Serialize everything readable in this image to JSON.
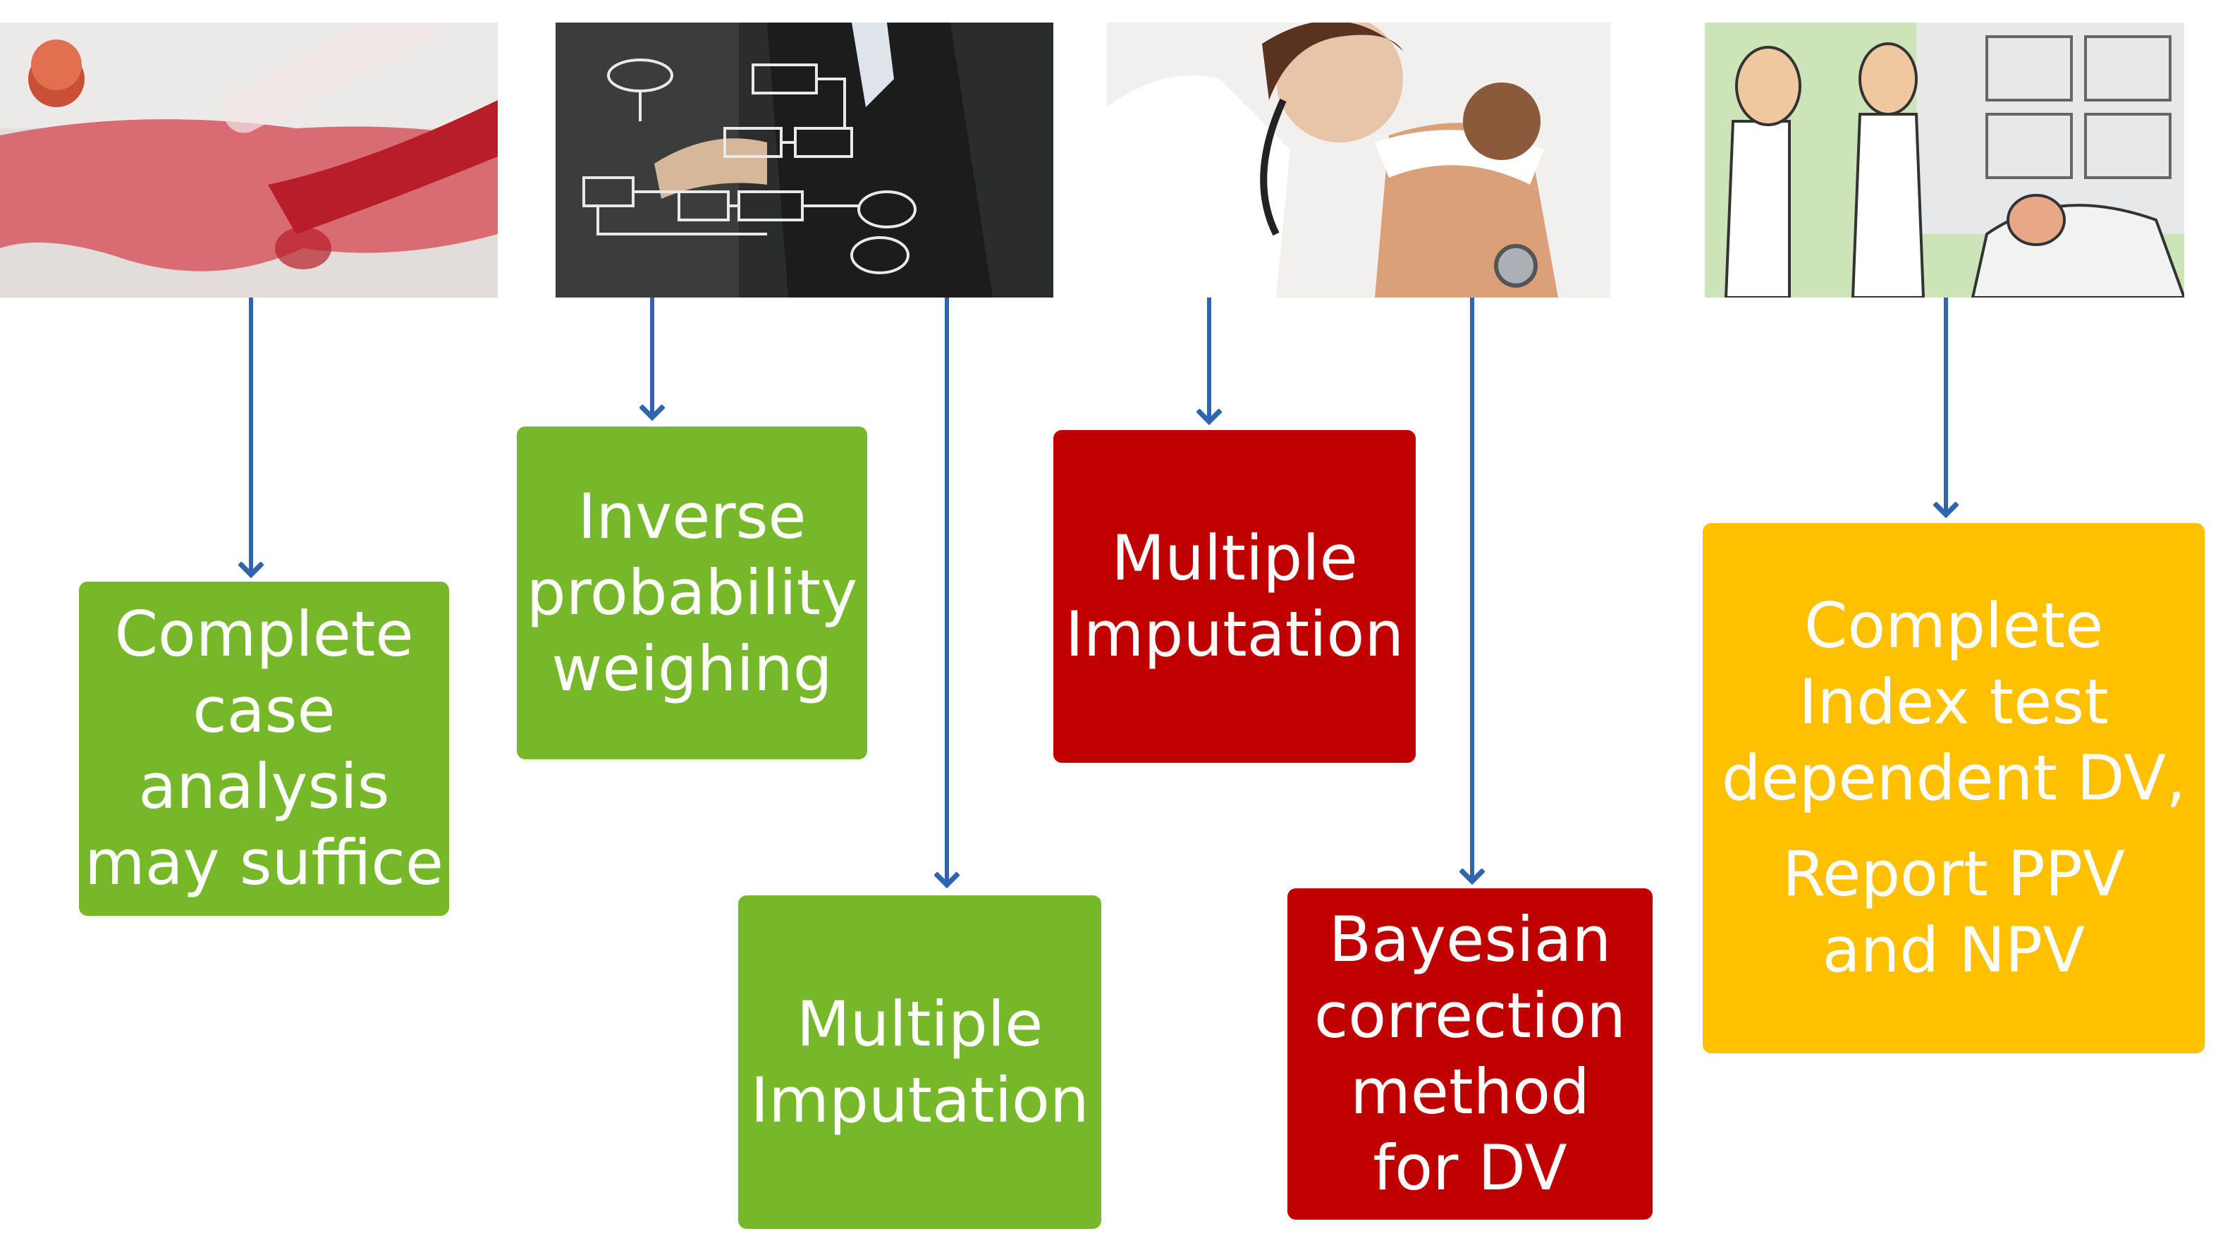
{
  "photos": [
    {
      "name": "blood-sample-photo",
      "icon": "blood-tube-image"
    },
    {
      "name": "flowchart-photo",
      "icon": "flowchart-diagram-image"
    },
    {
      "name": "doctor-examination-photo",
      "icon": "stethoscope-doctor-image"
    },
    {
      "name": "cartoon-doctors-photo",
      "icon": "cartoon-clinic-image"
    }
  ],
  "boxes": {
    "complete_case": [
      "Complete",
      "case",
      "analysis",
      "may suffice"
    ],
    "ipw": [
      "Inverse",
      "probability",
      "weighing"
    ],
    "mi_green": [
      "Multiple",
      "Imputation"
    ],
    "mi_red": [
      "Multiple",
      "Imputation"
    ],
    "bayesian": [
      "Bayesian",
      "correction",
      "method",
      "for DV"
    ],
    "index_test": [
      "Complete",
      "Index test",
      "dependent DV,"
    ],
    "report": [
      "Report PPV",
      "and NPV"
    ]
  },
  "colors": {
    "green": "#77b82a",
    "red": "#c00000",
    "amber": "#ffc000",
    "arrow": "#2e64b0"
  }
}
